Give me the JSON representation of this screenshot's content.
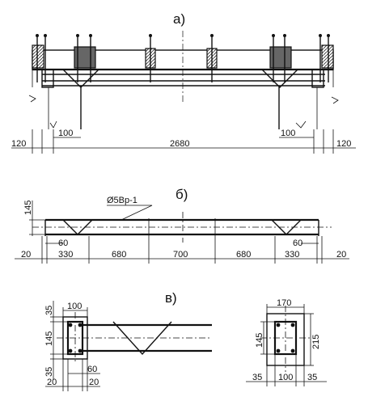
{
  "labels": {
    "a": "а)",
    "b": "б)",
    "v": "в)",
    "rebar": "Ø5Вр-1"
  },
  "view_a": {
    "dims": [
      "120",
      "100",
      "2680",
      "100",
      "120"
    ]
  },
  "view_b": {
    "dim_height": "145",
    "dim_60_left": "60",
    "dim_60_right": "60",
    "dims": [
      "20",
      "330",
      "680",
      "700",
      "680",
      "330",
      "20"
    ]
  },
  "view_v": {
    "left": {
      "top_width": "100",
      "h_35_top": "35",
      "h_145": "145",
      "h_35_bottom": "35",
      "w_60": "60",
      "w_20_left": "20",
      "w_20_right": "20"
    },
    "right": {
      "top_width": "170",
      "h_145": "145",
      "h_215": "215",
      "w_35_left": "35",
      "w_100": "100",
      "w_35_right": "35"
    }
  }
}
